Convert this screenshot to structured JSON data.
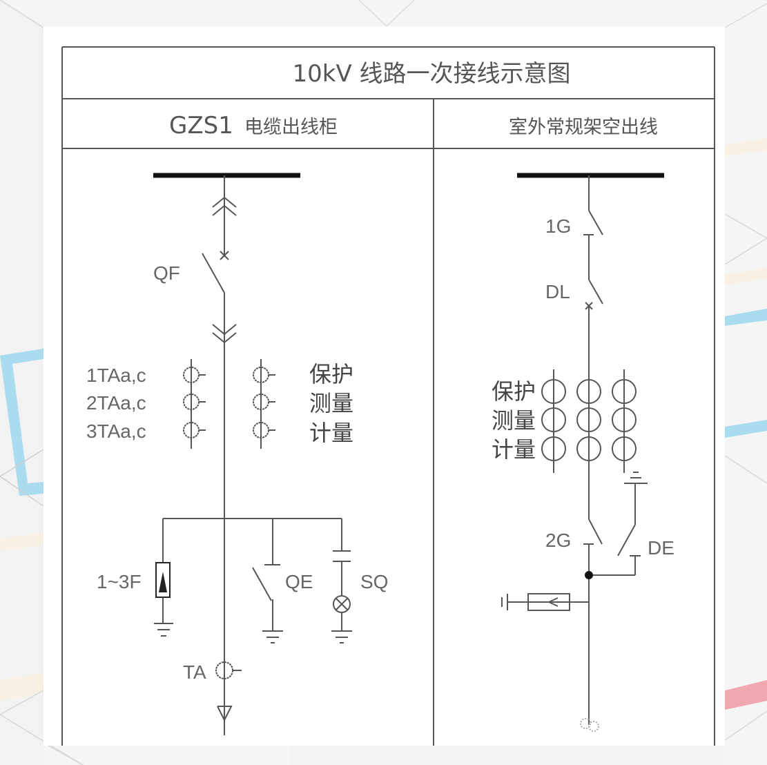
{
  "title": "10kV 线路一次接线示意图",
  "columns": [
    {
      "header_prefix": "GZS1",
      "header_suffix": "电缆出线柜"
    },
    {
      "header": "室外常规架空出线"
    }
  ],
  "left": {
    "breaker_label": "QF",
    "ct_labels": [
      "1TAa,c",
      "2TAa,c",
      "3TAa,c"
    ],
    "ct_functions": [
      "保护",
      "测量",
      "计量"
    ],
    "arrester_label": "1~3F",
    "earth_switch_label": "QE",
    "indicator_label": "SQ",
    "zero_seq_ct_label": "TA"
  },
  "right": {
    "disconnector_top_label": "1G",
    "breaker_label": "DL",
    "ct_functions": [
      "保护",
      "测量",
      "计量"
    ],
    "disconnector_bottom_label": "2G",
    "earth_switch_label": "DE"
  },
  "colors": {
    "line": "#555555",
    "busbar": "#111111",
    "deco_blue": "#a9dcef",
    "deco_red": "#f0a8b0",
    "deco_cream": "#f8f0e2"
  }
}
